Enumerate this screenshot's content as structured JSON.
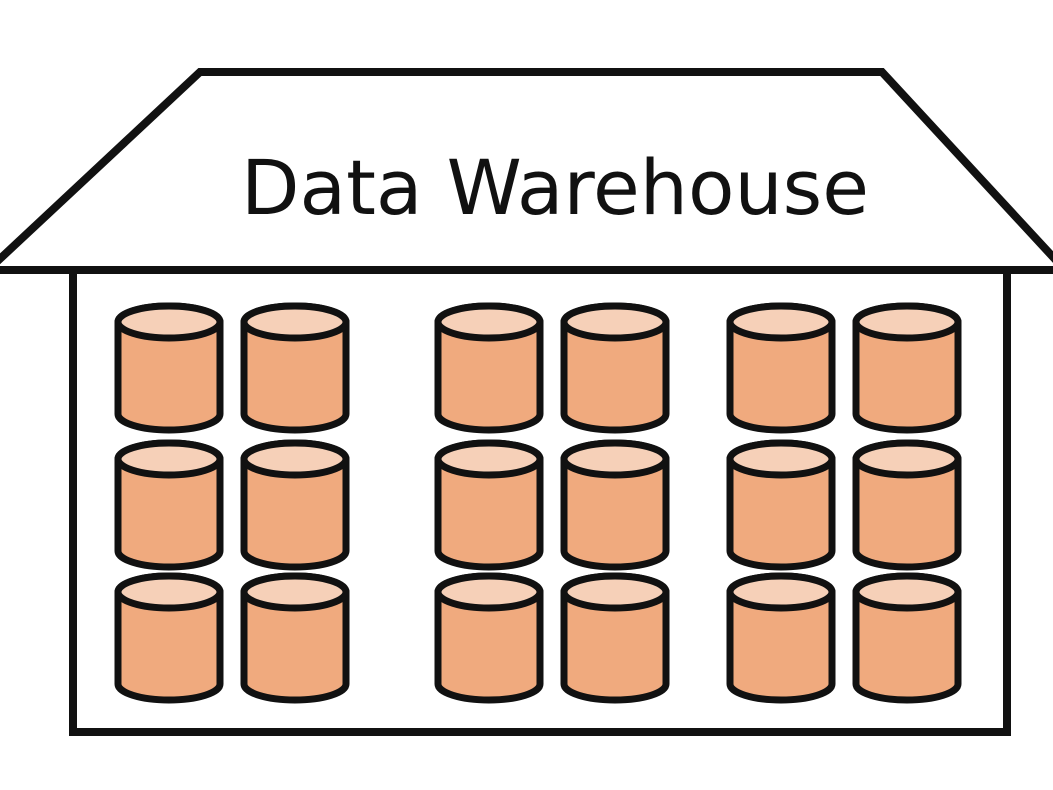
{
  "diagram": {
    "title": "Data Warehouse",
    "colors": {
      "outline": "#111111",
      "background": "#ffffff",
      "cylinder_body": "#f0aa7e",
      "cylinder_top": "#f6d0b8"
    },
    "shapes": {
      "roof": "trapezoid-roof",
      "building": "rectangle-building",
      "database": "cylinder-icon"
    },
    "database_groups": [
      {
        "group": 1,
        "columns": 2,
        "rows": 3
      },
      {
        "group": 2,
        "columns": 2,
        "rows": 3
      },
      {
        "group": 3,
        "columns": 2,
        "rows": 3
      }
    ]
  }
}
